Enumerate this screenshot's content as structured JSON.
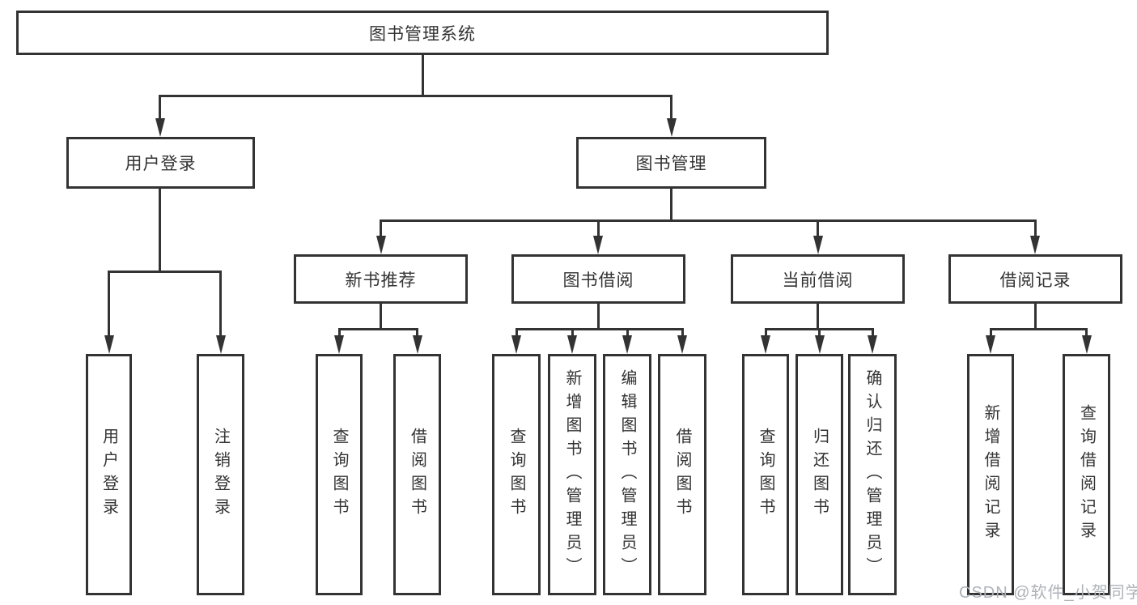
{
  "diagram": {
    "root": {
      "label": "图书管理系统"
    },
    "user_login": {
      "label": "用户登录",
      "children": [
        {
          "label": "用户登录"
        },
        {
          "label": "注销登录"
        }
      ]
    },
    "book_mgmt": {
      "label": "图书管理",
      "sections": [
        {
          "label": "新书推荐",
          "children": [
            {
              "label": "查询图书"
            },
            {
              "label": "借阅图书"
            }
          ]
        },
        {
          "label": "图书借阅",
          "children": [
            {
              "label": "查询图书"
            },
            {
              "label": "新增图书（管理员）"
            },
            {
              "label": "编辑图书（管理员）"
            },
            {
              "label": "借阅图书"
            }
          ]
        },
        {
          "label": "当前借阅",
          "children": [
            {
              "label": "查询图书"
            },
            {
              "label": "归还图书"
            },
            {
              "label": "确认归还（管理员）"
            }
          ]
        },
        {
          "label": "借阅记录",
          "children": [
            {
              "label": "新增借阅记录"
            },
            {
              "label": "查询借阅记录"
            }
          ]
        }
      ]
    }
  },
  "watermark": {
    "text": "CSDN @软件_小贺同学"
  },
  "colors": {
    "line": "#333333",
    "text": "#333333",
    "background": "#ffffff",
    "watermark": "#aeb3b9"
  }
}
